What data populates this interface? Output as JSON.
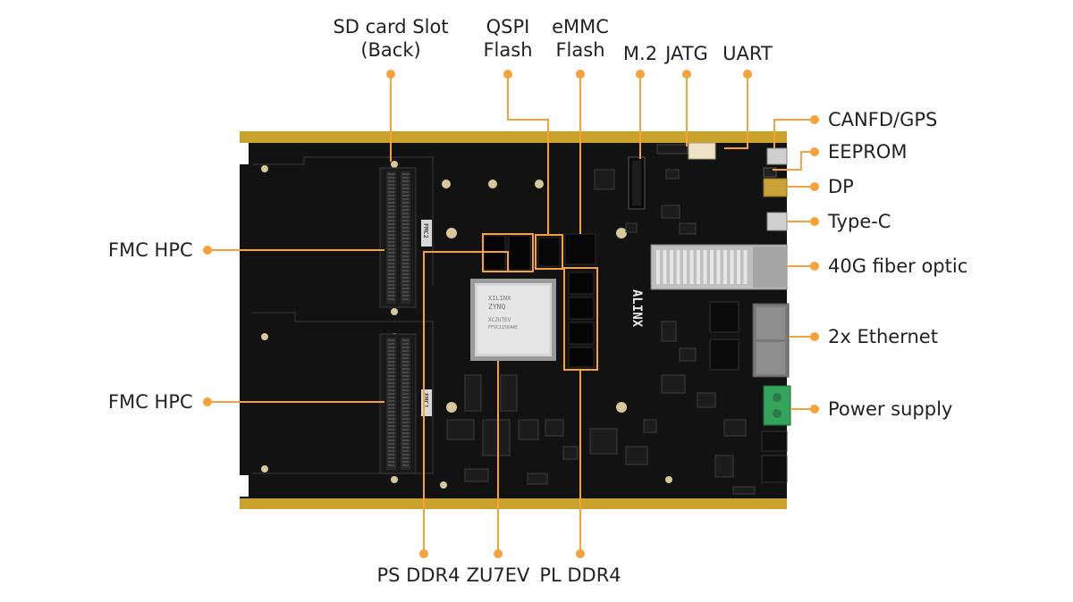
{
  "colors": {
    "accent": "#f7a13a",
    "board": "#121212",
    "gold": "#c9a22c"
  },
  "labels": {
    "sd_card_slot": "SD card Slot",
    "sd_card_back": "(Back)",
    "qspi": "QSPI",
    "qspi_flash": "Flash",
    "emmc": "eMMC",
    "emmc_flash": "Flash",
    "m2": "M.2",
    "jatg": "JATG",
    "uart": "UART",
    "canfd_gps": "CANFD/GPS",
    "eeprom": "EEPROM",
    "dp": "DP",
    "type_c": "Type-C",
    "fiber": "40G fiber optic",
    "ethernet": "2x Ethernet",
    "power_supply": "Power supply",
    "fmc_hpc_top": "FMC HPC",
    "fmc_hpc_bottom": "FMC HPC",
    "ps_ddr4": "PS DDR4",
    "zu7ev": "ZU7EV",
    "pl_ddr4": "PL DDR4"
  },
  "silkscreen": {
    "fmc2": "FMC2",
    "fmc1": "FMC1",
    "brand": "ALINX",
    "chip_line1": "XILINX",
    "chip_line2": "ZYNQ",
    "chip_line3": "XCZU7EV",
    "chip_line4": "FFVC1156AAE"
  }
}
